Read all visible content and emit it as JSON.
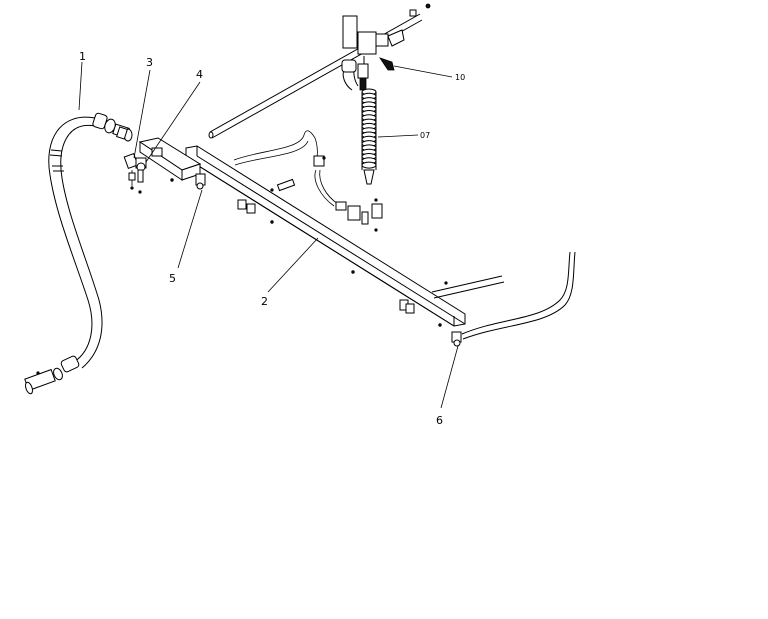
{
  "diagram": {
    "callouts": [
      {
        "id": "1",
        "label": "1"
      },
      {
        "id": "2",
        "label": "2"
      },
      {
        "id": "3",
        "label": "3"
      },
      {
        "id": "4",
        "label": "4"
      },
      {
        "id": "5",
        "label": "5"
      },
      {
        "id": "6",
        "label": "6"
      },
      {
        "id": "07",
        "label": "07"
      },
      {
        "id": "10",
        "label": "10"
      }
    ]
  }
}
